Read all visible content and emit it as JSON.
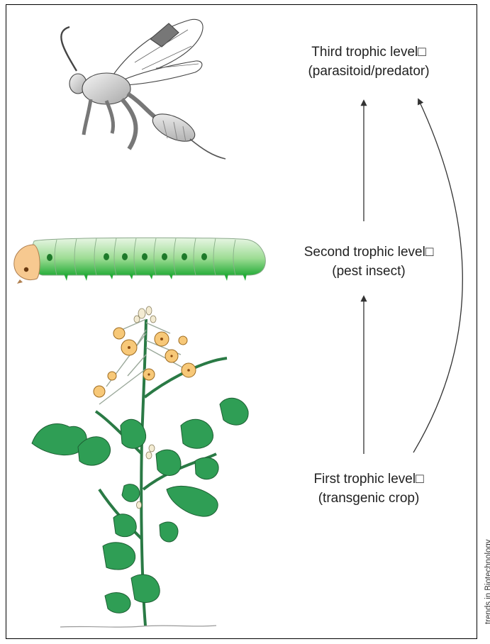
{
  "levels": {
    "third": {
      "line1": "Third trophic level",
      "line2": "(parasitoid/predator)"
    },
    "second": {
      "line1": "Second trophic level",
      "line2": "(pest insect)"
    },
    "first": {
      "line1": "First trophic level",
      "line2": "(transgenic crop)"
    }
  },
  "box_glyph": "□",
  "credit": "trends in Biotechnology",
  "colors": {
    "caterpillar": "#8fd68a",
    "caterpillar_dark": "#2fae3f",
    "leaf": "#2f9e55",
    "flower": "#f7c878",
    "wasp": "#cfcfcf",
    "arrow": "#333333"
  },
  "icons": [
    "wasp-illustration",
    "caterpillar-illustration",
    "rapeseed-plant-illustration"
  ]
}
